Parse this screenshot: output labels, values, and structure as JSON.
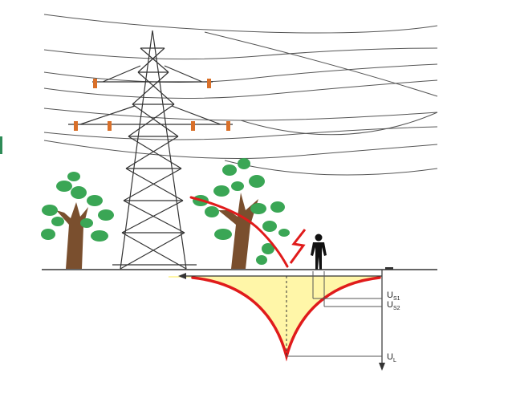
{
  "colors": {
    "line": "#333333",
    "fault": "#e01b1b",
    "potential_fill": "#fff6a8",
    "leaf": "#3aa655",
    "trunk": "#7a4f2e",
    "insulator": "#d9702a",
    "ground": "#333333"
  },
  "labels": {
    "us1_main": "U",
    "us1_sub": "S1",
    "us2_main": "U",
    "us2_sub": "S2",
    "ul_main": "U",
    "ul_sub": "L"
  },
  "icons": {
    "tower": "lattice-pylon-icon",
    "tree": "tree-icon",
    "person": "person-icon",
    "lightning": "lightning-icon"
  }
}
